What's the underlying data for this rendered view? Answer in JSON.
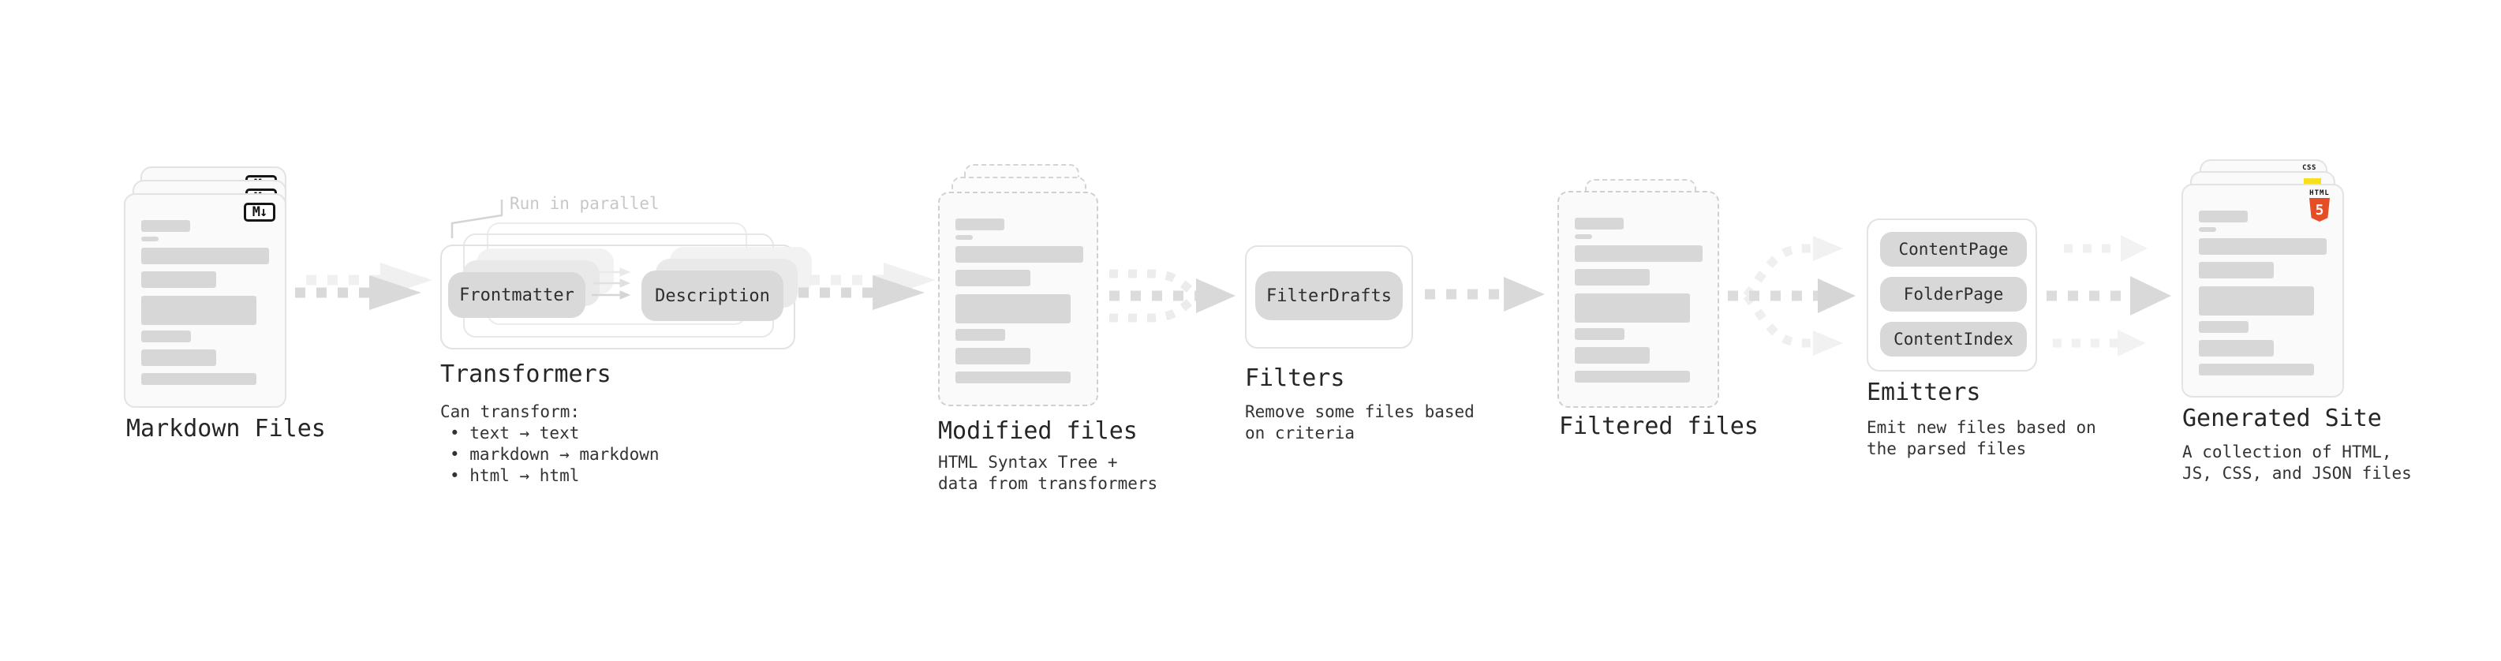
{
  "stages": {
    "markdown_files": {
      "label": "Markdown Files",
      "icon_label": "M↓"
    },
    "transformers": {
      "label": "Transformers",
      "annotation": "Run in parallel",
      "pill_left": "Frontmatter",
      "pill_right": "Description",
      "desc_title": "Can transform:",
      "bullets": [
        "• text → text",
        "• markdown → markdown",
        "• html → html"
      ]
    },
    "modified_files": {
      "label": "Modified files",
      "desc_lines": [
        "HTML Syntax Tree +",
        "data from transformers"
      ]
    },
    "filters": {
      "label": "Filters",
      "pill": "FilterDrafts",
      "desc_lines": [
        "Remove some files based",
        "on criteria"
      ]
    },
    "filtered_files": {
      "label": "Filtered files"
    },
    "emitters": {
      "label": "Emitters",
      "pills": [
        "ContentPage",
        "FolderPage",
        "ContentIndex"
      ],
      "desc_lines": [
        "Emit new files based on",
        "the parsed files"
      ]
    },
    "generated_site": {
      "label": "Generated Site",
      "desc_lines": [
        "A collection of HTML,",
        "JS, CSS, and JSON files"
      ],
      "icons": {
        "html_word": "HTML",
        "html_number": "5",
        "css_word": "CSS"
      }
    }
  },
  "colors": {
    "html5_orange": "#e44d26",
    "js_yellow": "#f7df1e",
    "css_blue": "#2c62f0",
    "arrow_gray": "#d9d9d9",
    "arrow_light_gray": "#f0f0f0",
    "pill_gray": "#d9d9d9",
    "annotation_gray": "#c7c7c7"
  }
}
